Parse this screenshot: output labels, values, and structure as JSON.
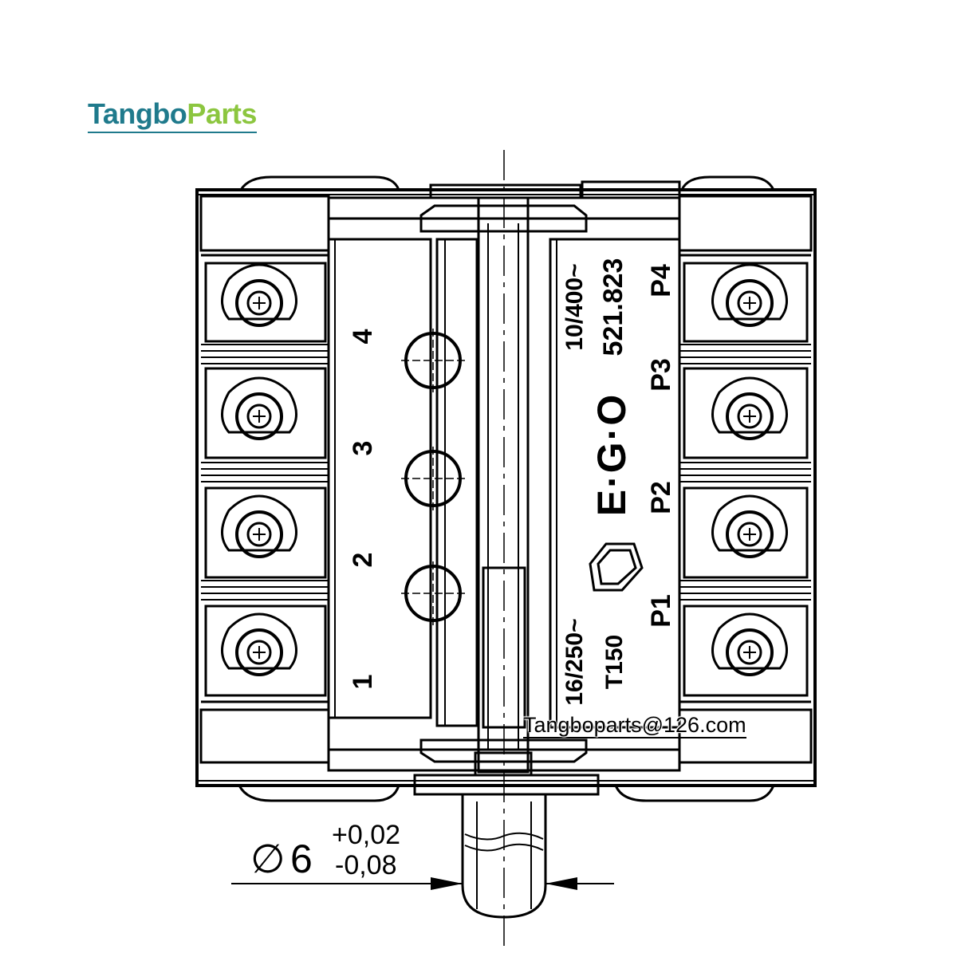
{
  "brand": {
    "part1": "Tangbo",
    "part2": "Parts",
    "color1": "#1f7a8c",
    "color2": "#8cc63f"
  },
  "watermark": "Tangboparts@126.com",
  "left_numbers": [
    "4",
    "3",
    "2",
    "1"
  ],
  "right_labels": [
    "P4",
    "P3",
    "P2",
    "P1"
  ],
  "plate": {
    "rating_top": "10/400~",
    "part_no": "521.823",
    "brand": "E·G·O",
    "rating_bottom": "16/250~",
    "temp": "T150"
  },
  "dimension": {
    "symbol": "∅",
    "value": "6",
    "tol_upper": "+0,02",
    "tol_lower": "-0,08"
  }
}
